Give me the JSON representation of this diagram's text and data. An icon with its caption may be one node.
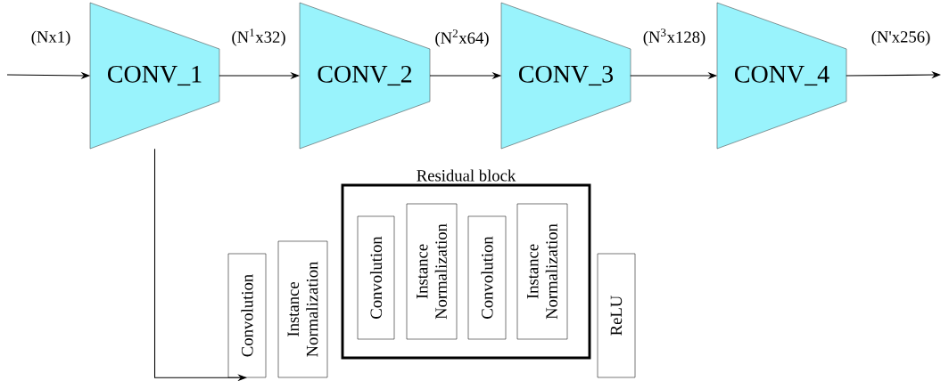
{
  "diagram": {
    "nodes": [
      {
        "text": [
          "CONV_1"
        ]
      },
      {
        "text": [
          "CONV_2"
        ]
      },
      {
        "text": [
          "CONV_3"
        ]
      },
      {
        "text": [
          "CONV_4"
        ]
      },
      {
        "text": [
          "Convolution"
        ]
      },
      {
        "text": [
          "Instance Normalization"
        ]
      },
      {
        "text": [
          "Residual block"
        ]
      },
      {
        "text": [
          "Convolution"
        ],
        "in": 6
      },
      {
        "text": [
          "Instance Normalization"
        ],
        "in": 6
      },
      {
        "text": [
          "Convolution"
        ],
        "in": 6
      },
      {
        "text": [
          "Instance Normalization"
        ],
        "in": 6
      },
      {
        "text": [
          "ReLU"
        ]
      }
    ],
    "edges": [
      {
        "from": null,
        "to": 0,
        "arrow": "to",
        "label": "(Nx1)"
      },
      {
        "from": 0,
        "to": 1,
        "arrow": "to",
        "label": "(N$^{1}$x32)"
      },
      {
        "from": 1,
        "to": 2,
        "arrow": "to",
        "label": "(N$^{2}$x64)"
      },
      {
        "from": 2,
        "to": 3,
        "arrow": "to",
        "label": "(N$^{3}$x128)"
      },
      {
        "from": 3,
        "to": null,
        "arrow": "to",
        "label": "(N'x256)"
      },
      {
        "from": 0,
        "to": 4,
        "arrow": "to"
      }
    ]
  }
}
